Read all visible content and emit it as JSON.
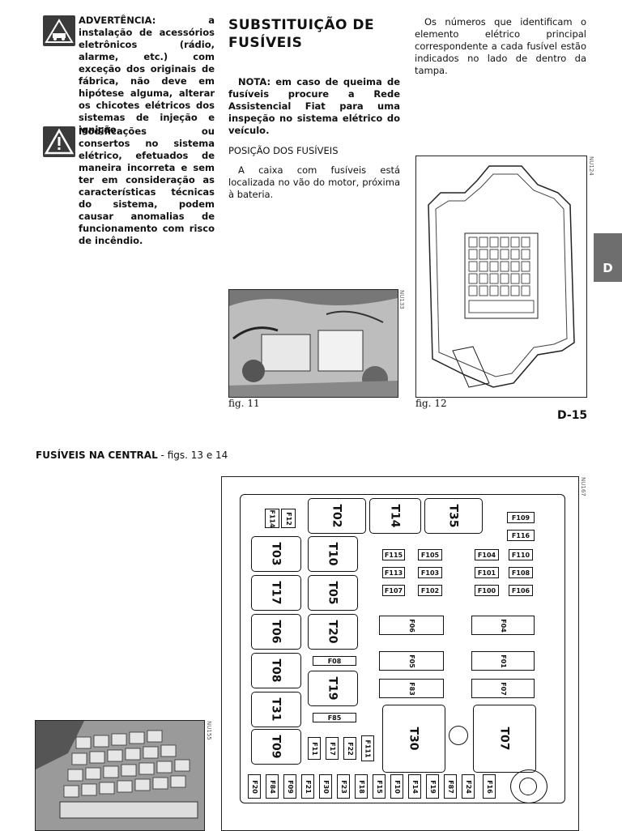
{
  "warnings": [
    {
      "icon": "car-warning-icon",
      "text": "ADVERTÊNCIA: a instalação de acessórios eletrônicos (rádio, alarme, etc.) com exceção dos originais de fábrica, não deve em hipótese alguma, alterar os chicotes elétricos dos sistemas de injeção e ignição."
    },
    {
      "icon": "exclamation-triangle-icon",
      "text": "Modificações ou consertos no sistema elétrico, efetuados de maneira incorreta e sem ter em consideração as características técnicas do sistema, podem causar anomalias de funcionamento com risco de incêndio."
    }
  ],
  "section_title_line1": "SUBSTITUIÇÃO DE",
  "section_title_line2": "FUSÍVEIS",
  "note": "NOTA: em caso de queima de fusíveis procure a Rede Assistencial Fiat para uma inspeção no sistema elétrico do veículo.",
  "subhead": "POSIÇÃO DOS FUSÍVEIS",
  "position_text": "A caixa com fusíveis está localizada no vão do motor, próxima à bateria.",
  "right_text": "Os números que identificam o elemento elétrico principal correspondente a cada fusível estão indicados no lado de dentro da tampa.",
  "fig11_caption": "fig. 11",
  "fig12_caption": "fig. 12",
  "fig11_code": "NU133",
  "fig12_code": "NU124",
  "fig_central_code": "NU167",
  "fig_bottom_code": "NU155",
  "tab_letter": "D",
  "page_number": "D-15",
  "central_heading": "FUSÍVEIS NA CENTRAL",
  "central_heading_ref": " - figs. 13 e 14",
  "central_labels": {
    "F114": "F114",
    "F12": "F12",
    "T02": "T02",
    "T14": "T14",
    "T35": "T35",
    "F109": "F109",
    "F116": "F116",
    "T03": "T03",
    "T10": "T10",
    "F115": "F115",
    "F105": "F105",
    "F104": "F104",
    "F110": "F110",
    "F113": "F113",
    "F103": "F103",
    "F101": "F101",
    "F108": "F108",
    "F107": "F107",
    "F102": "F102",
    "F100": "F100",
    "F106": "F106",
    "T17": "T17",
    "T05": "T05",
    "T06": "T06",
    "T20": "T20",
    "F06": "F06",
    "F04": "F04",
    "T08": "T08",
    "F08": "F08",
    "F05": "F05",
    "F01": "F01",
    "T19": "T19",
    "F83": "F83",
    "F07": "F07",
    "T31": "T31",
    "F85": "F85",
    "T30": "T30",
    "T07": "T07",
    "T09": "T09",
    "F11": "F11",
    "F17": "F17",
    "F22": "F22",
    "F111": "F111",
    "F20": "F20",
    "F84": "F84",
    "F09": "F09",
    "F21": "F21",
    "F30": "F30",
    "F23": "F23",
    "F18": "F18",
    "F15": "F15",
    "F10": "F10",
    "F14": "F14",
    "F19": "F19",
    "F87": "F87",
    "F24": "F24",
    "F16": "F16"
  }
}
